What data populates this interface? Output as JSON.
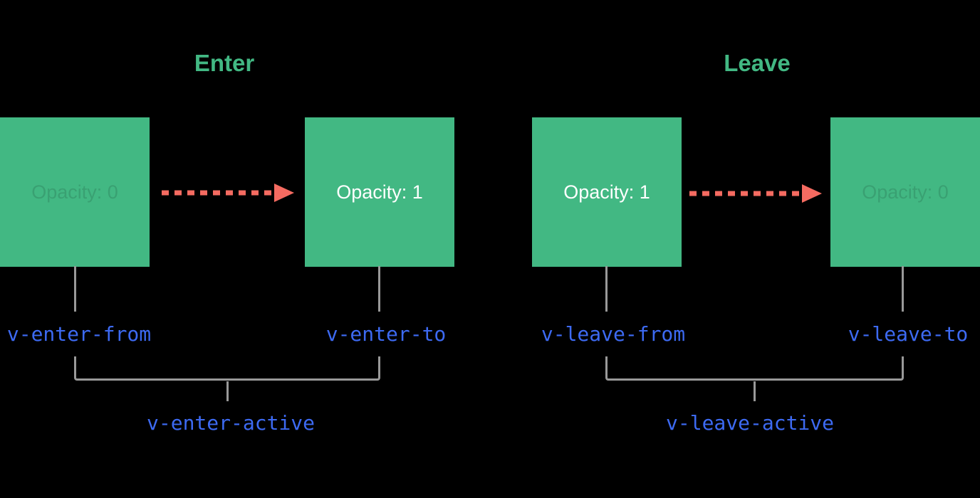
{
  "canvas": {
    "background": "#000000"
  },
  "colors": {
    "box_green": "#42b883",
    "title_green": "#42b883",
    "arrow_red": "#f56b61",
    "label_blue": "#3d6af2",
    "line_gray": "#999999",
    "box_text_white": "#ffffff",
    "box_text_faded": "rgba(0,0,0,0.13)"
  },
  "groups": {
    "enter": {
      "title": "Enter",
      "boxes": {
        "from": {
          "label": "Opacity: 0",
          "state": "faded"
        },
        "to": {
          "label": "Opacity: 1",
          "state": "solid"
        }
      },
      "labels": {
        "from": "v-enter-from",
        "to": "v-enter-to",
        "active": "v-enter-active"
      }
    },
    "leave": {
      "title": "Leave",
      "boxes": {
        "from": {
          "label": "Opacity: 1",
          "state": "solid"
        },
        "to": {
          "label": "Opacity: 0",
          "state": "faded"
        }
      },
      "labels": {
        "from": "v-leave-from",
        "to": "v-leave-to",
        "active": "v-leave-active"
      }
    }
  }
}
